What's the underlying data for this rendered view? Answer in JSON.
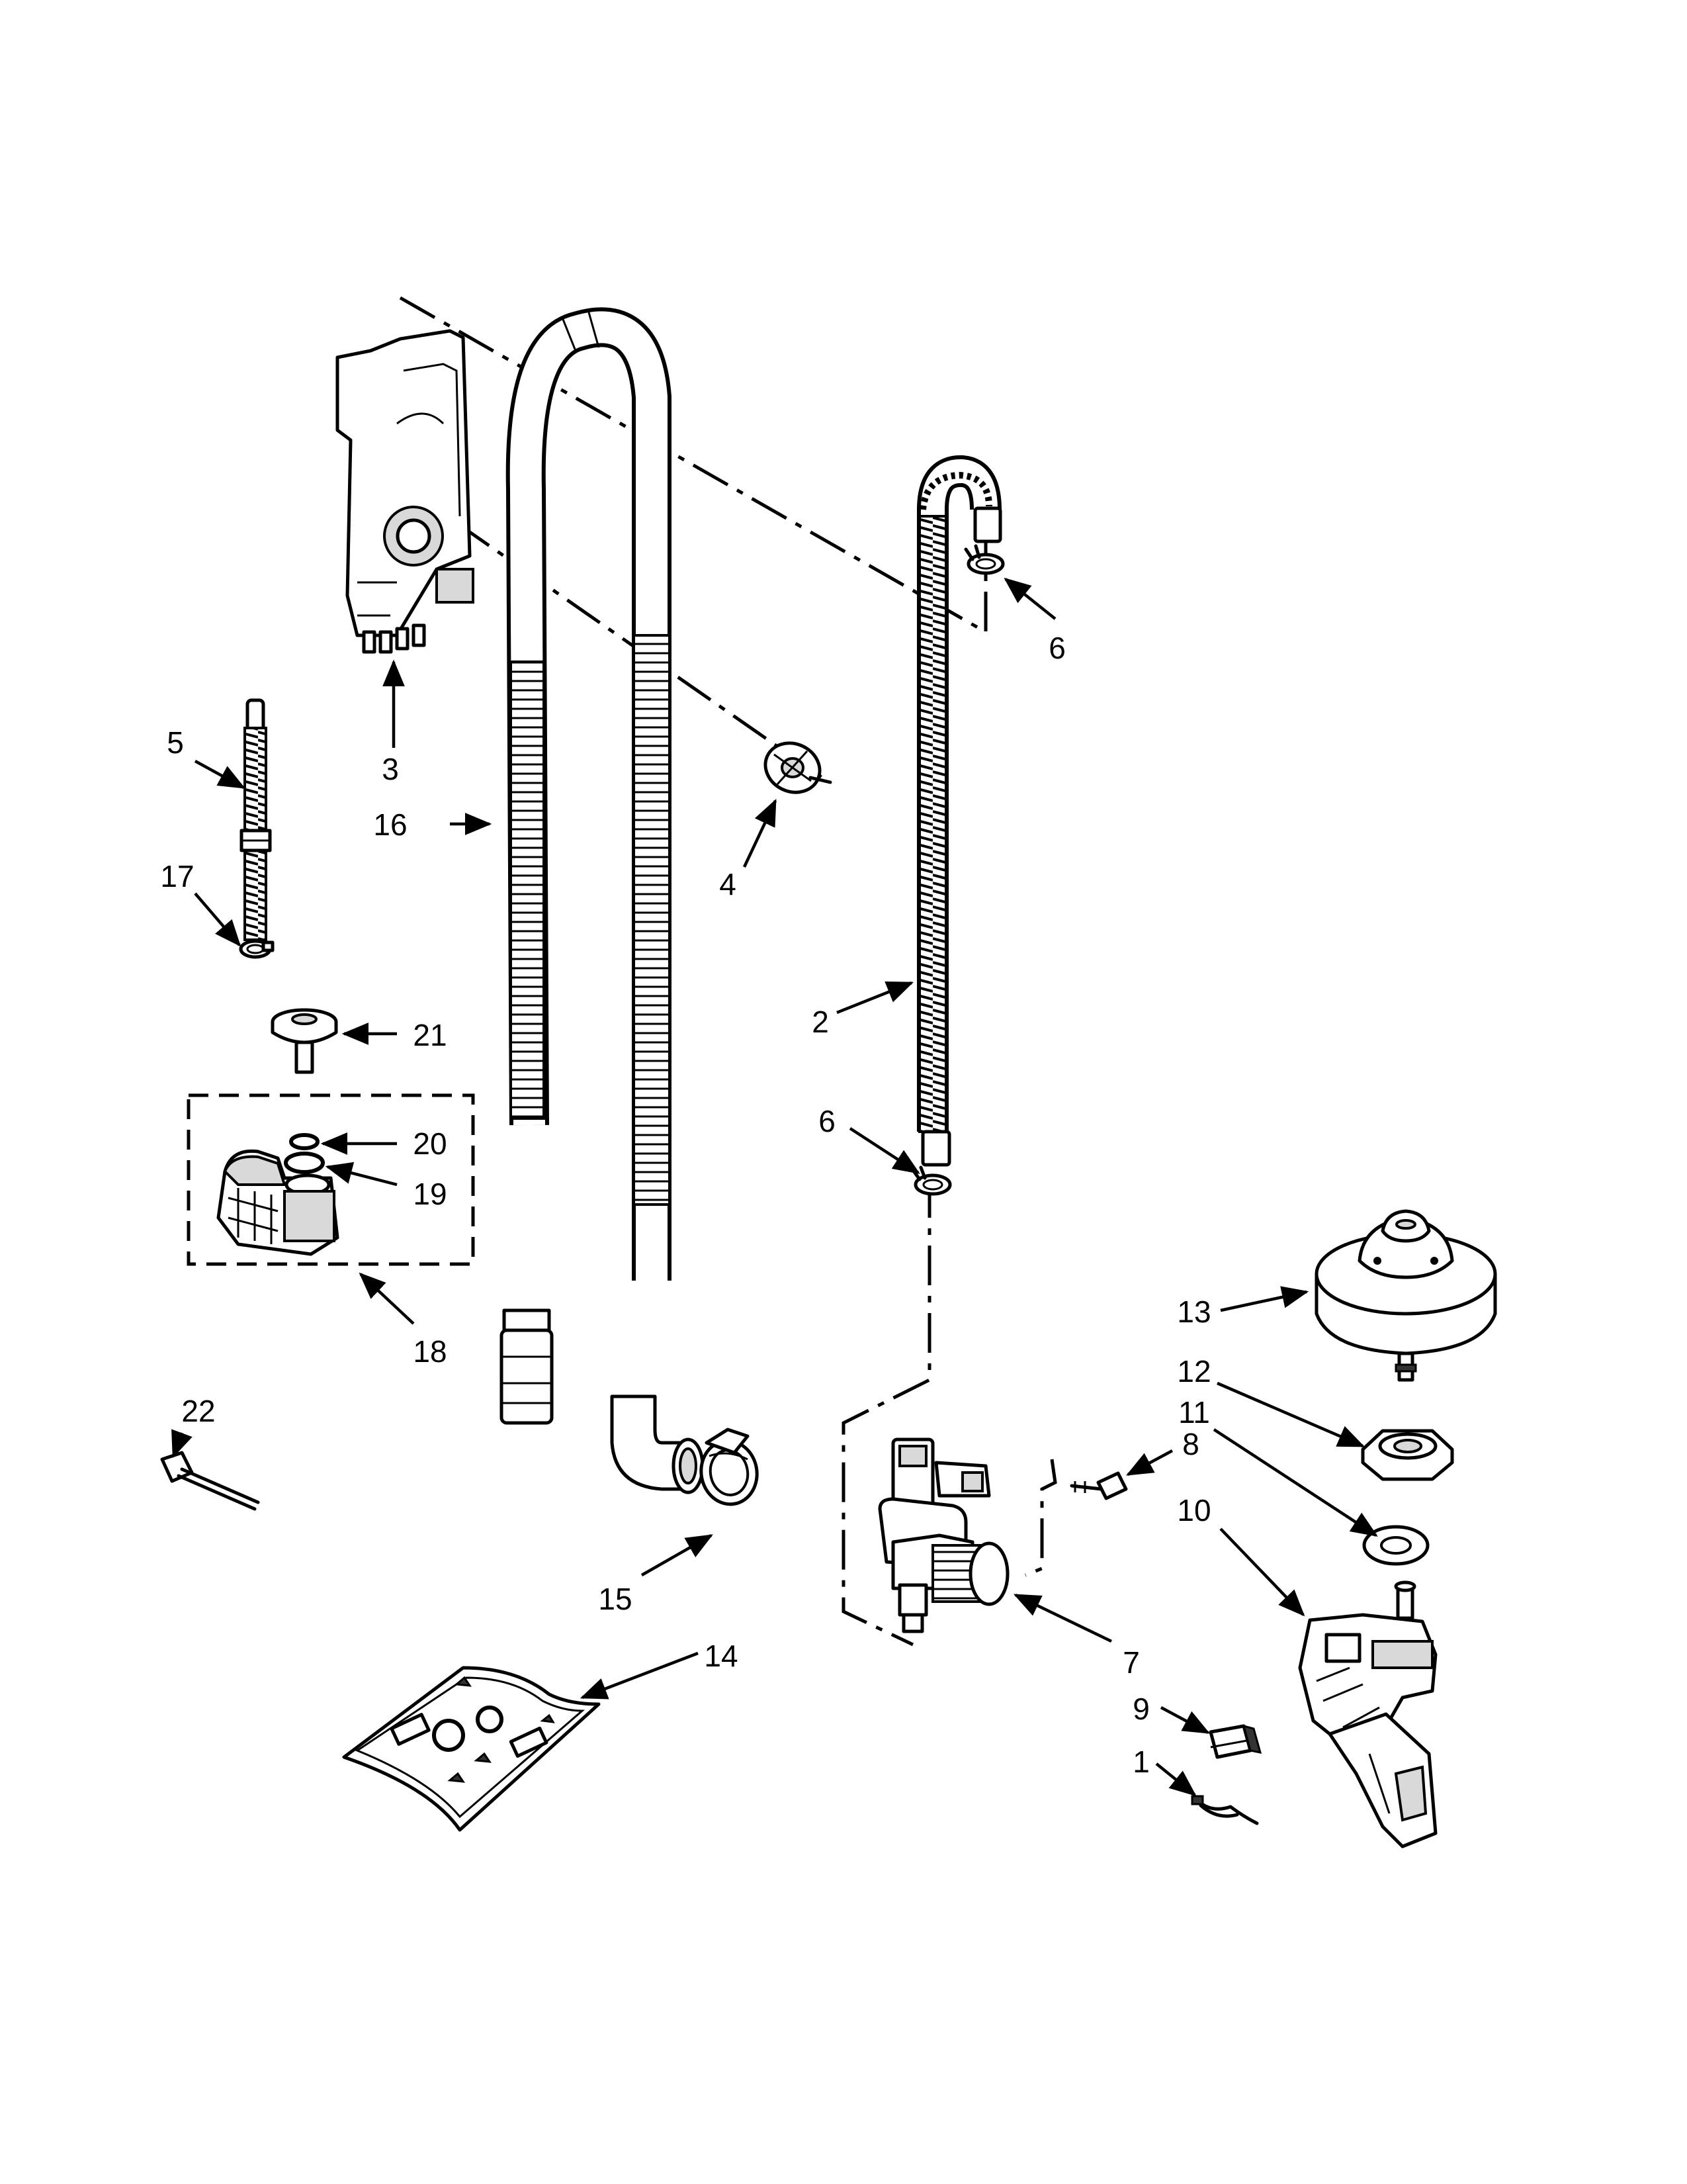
{
  "callouts": {
    "c1": "1",
    "c2": "2",
    "c3": "3",
    "c4": "4",
    "c5": "5",
    "c6a": "6",
    "c6b": "6",
    "c7": "7",
    "c8": "8",
    "c9": "9",
    "c10": "10",
    "c11": "11",
    "c12": "12",
    "c13": "13",
    "c14": "14",
    "c15": "15",
    "c16": "16",
    "c17": "17",
    "c18": "18",
    "c19": "19",
    "c20": "20",
    "c21": "21",
    "c22": "22"
  }
}
